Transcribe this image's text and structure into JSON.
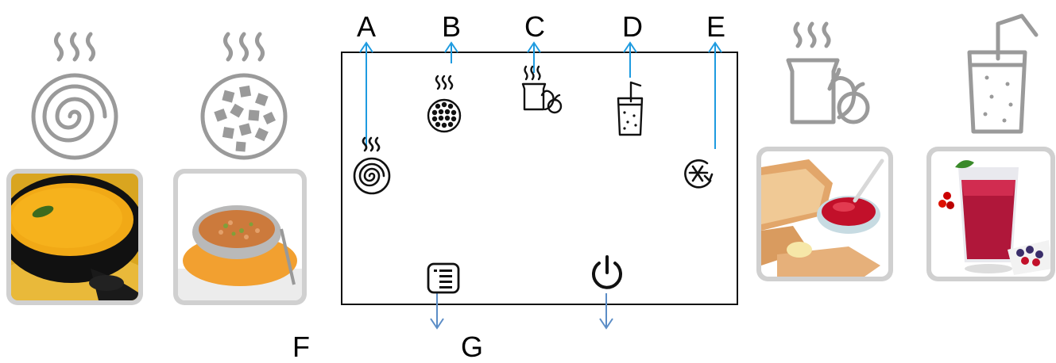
{
  "labels": {
    "a": "A",
    "b": "B",
    "c": "C",
    "d": "D",
    "e": "E",
    "f": "F",
    "g": "G"
  },
  "colors": {
    "arrow_cyan": "#1e9be0",
    "arrow_steel": "#5b8dc6",
    "icon_gray": "#9a9a9a",
    "panel_border": "#111111",
    "frame_gray": "#d0d0d0"
  },
  "icons": [
    "soup-smooth-icon",
    "soup-chunky-icon",
    "jam-compote-icon",
    "smoothie-icon",
    "blender-clean-icon",
    "menu-list-icon",
    "power-icon"
  ],
  "photos": [
    "soup-bowl-photo",
    "chunky-soup-photo",
    "jam-toast-photo",
    "red-smoothie-photo"
  ]
}
